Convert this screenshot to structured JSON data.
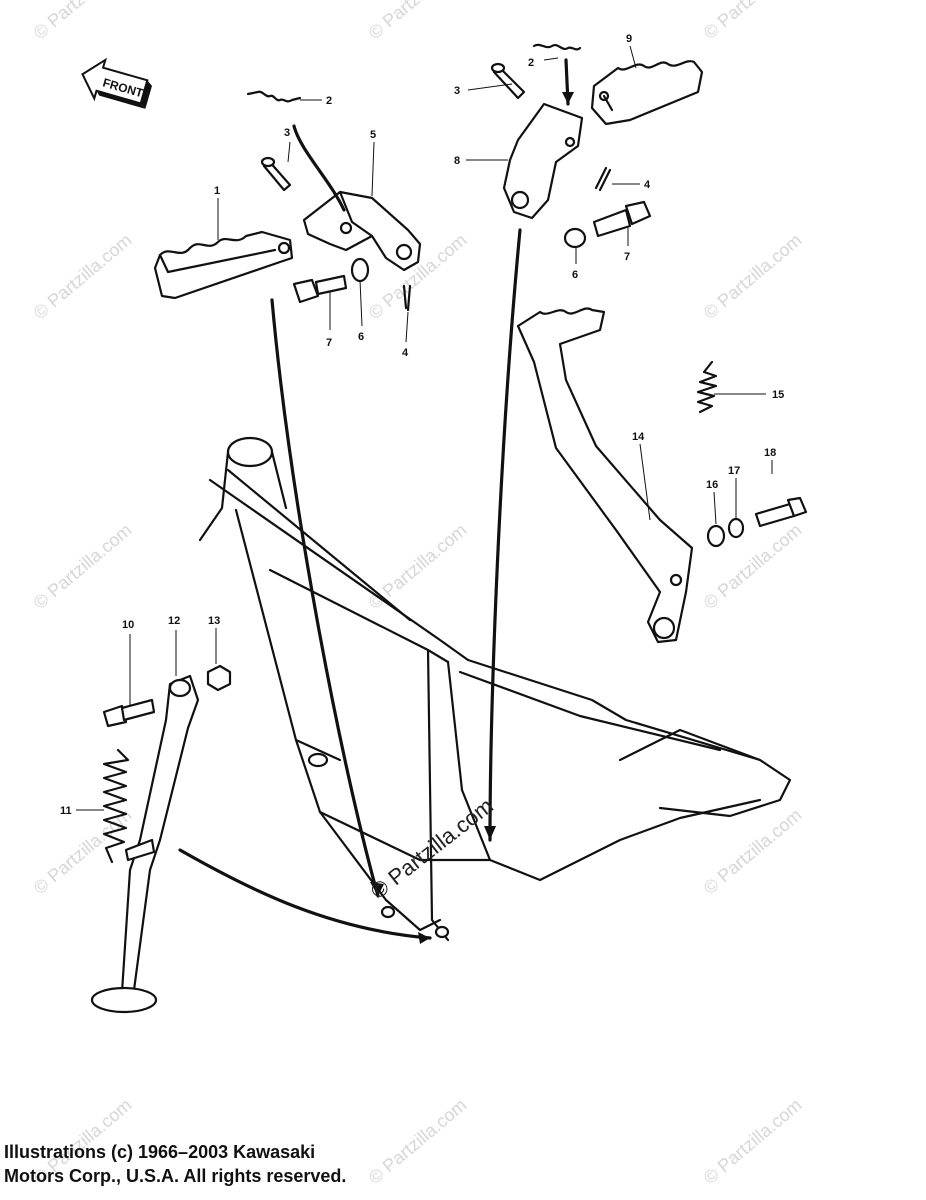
{
  "front_arrow_label": "FRONT",
  "watermark": "© Partzilla.com",
  "center_watermark": "© Partzilla.com",
  "callouts": {
    "c1": "1",
    "c2a": "2",
    "c2b": "2",
    "c3a": "3",
    "c3b": "3",
    "c4a": "4",
    "c4b": "4",
    "c5": "5",
    "c6a": "6",
    "c6b": "6",
    "c7a": "7",
    "c7b": "7",
    "c8": "8",
    "c9": "9",
    "c10": "10",
    "c11": "11",
    "c12": "12",
    "c13": "13",
    "c14": "14",
    "c15": "15",
    "c16": "16",
    "c17": "17",
    "c18": "18"
  },
  "copyright": {
    "line1": "Illustrations (c) 1966–2003 Kawasaki",
    "line2": "Motors Corp., U.S.A.  All rights reserved."
  }
}
